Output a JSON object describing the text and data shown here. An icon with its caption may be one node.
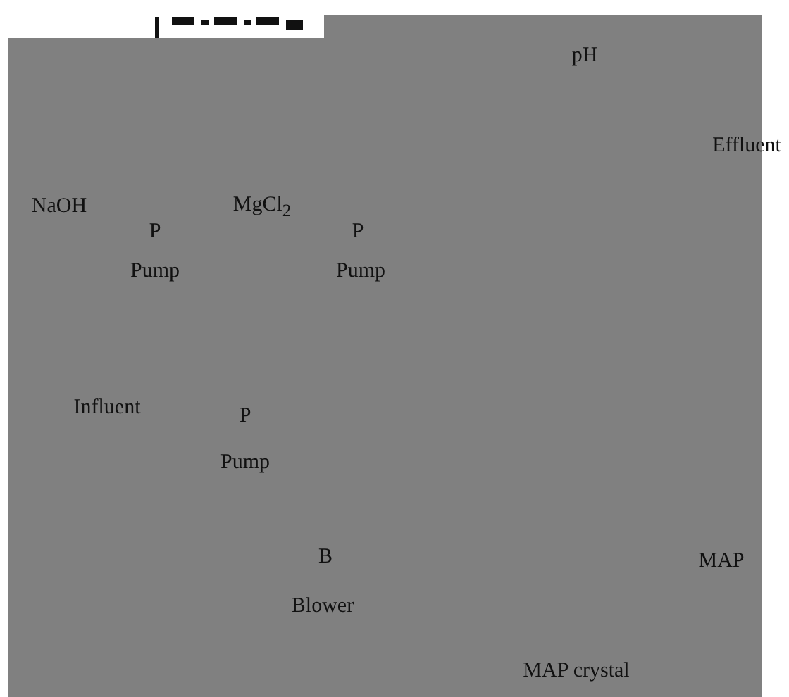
{
  "diagram": {
    "labels": [
      "pH",
      "Effluent",
      "NaOH",
      "MgCl$_{2}$",
      "P",
      "P",
      "Pump",
      "Pump",
      "Influent",
      "P",
      "Pump",
      "B",
      "Blower",
      "MAP",
      "MAP crystal"
    ]
  }
}
